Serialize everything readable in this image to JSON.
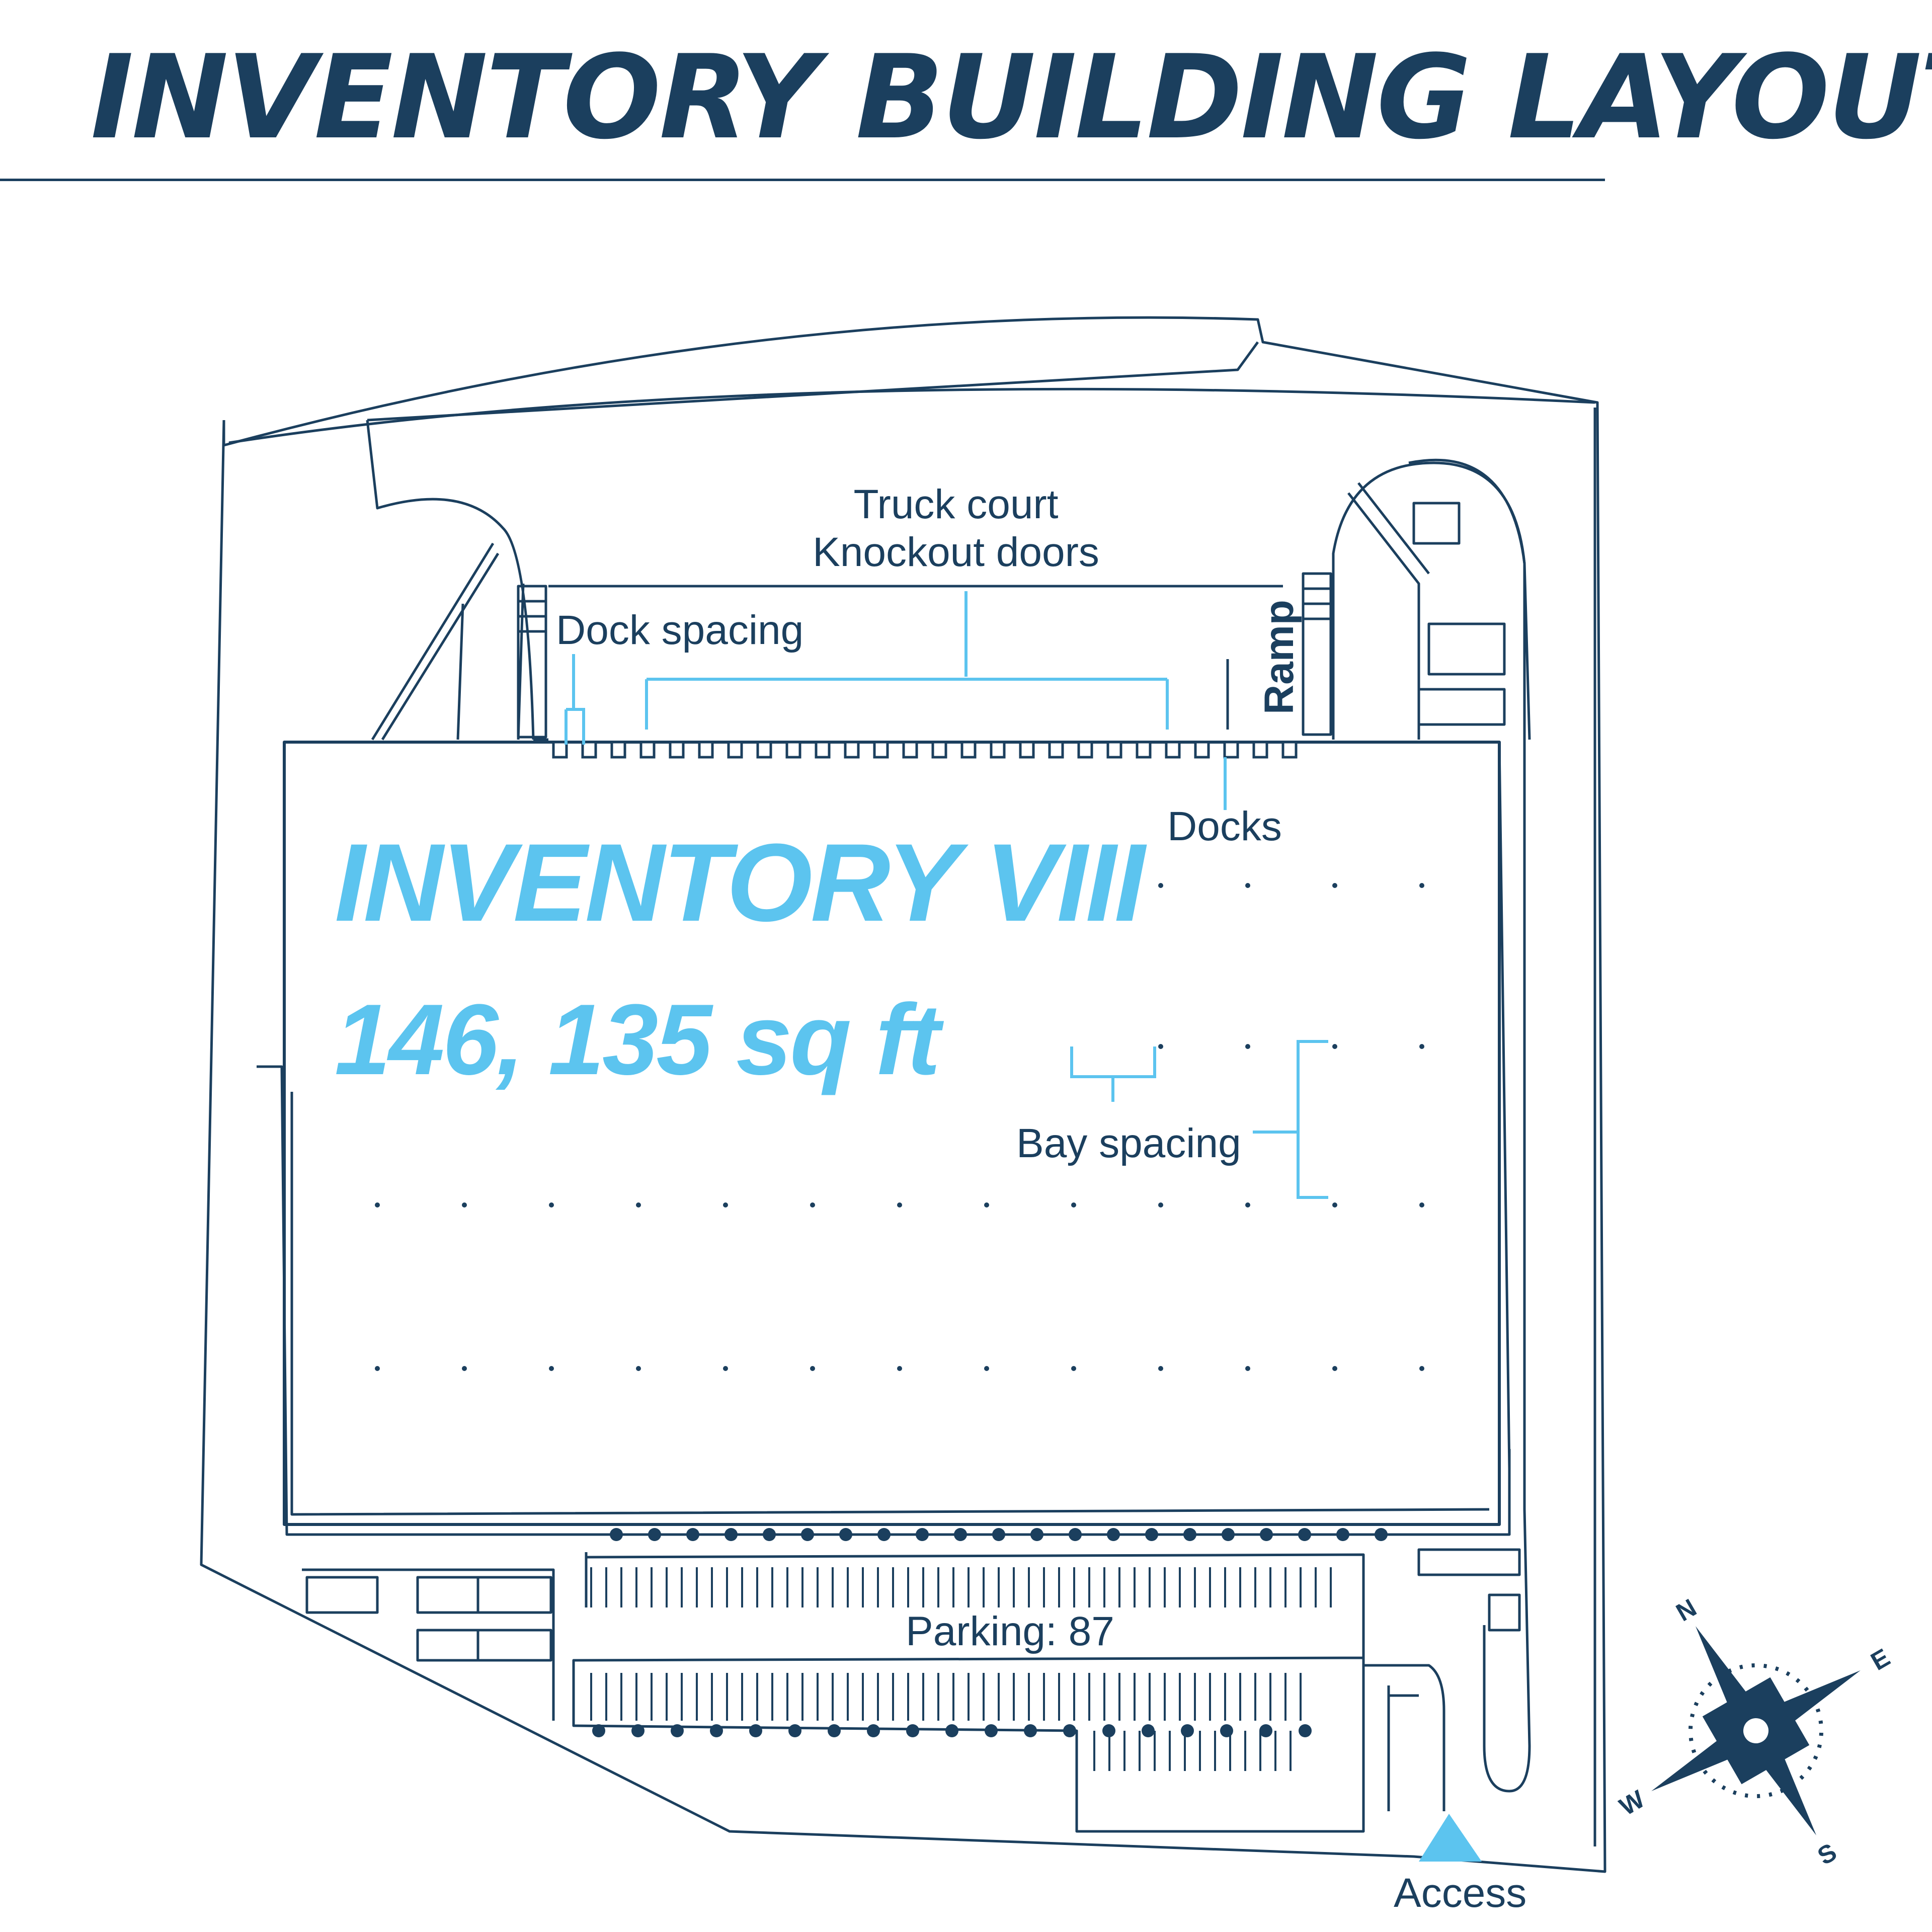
{
  "title": "INVENTORY BUILDING LAYOUT",
  "building": {
    "name": "INVENTORY VIII",
    "area": "146, 135 sq ft"
  },
  "labels": {
    "truck_court": "Truck court",
    "knockout_doors": "Knockout doors",
    "dock_spacing": "Dock spacing",
    "ramp": "Ramp",
    "docks": "Docks",
    "bay_spacing": "Bay spacing",
    "parking": "Parking: 87",
    "access": "Access"
  },
  "compass": {
    "n": "N",
    "e": "E",
    "s": "S",
    "w": "W"
  },
  "colors": {
    "line": "#1b3f5e",
    "accent": "#5cc4ef"
  }
}
